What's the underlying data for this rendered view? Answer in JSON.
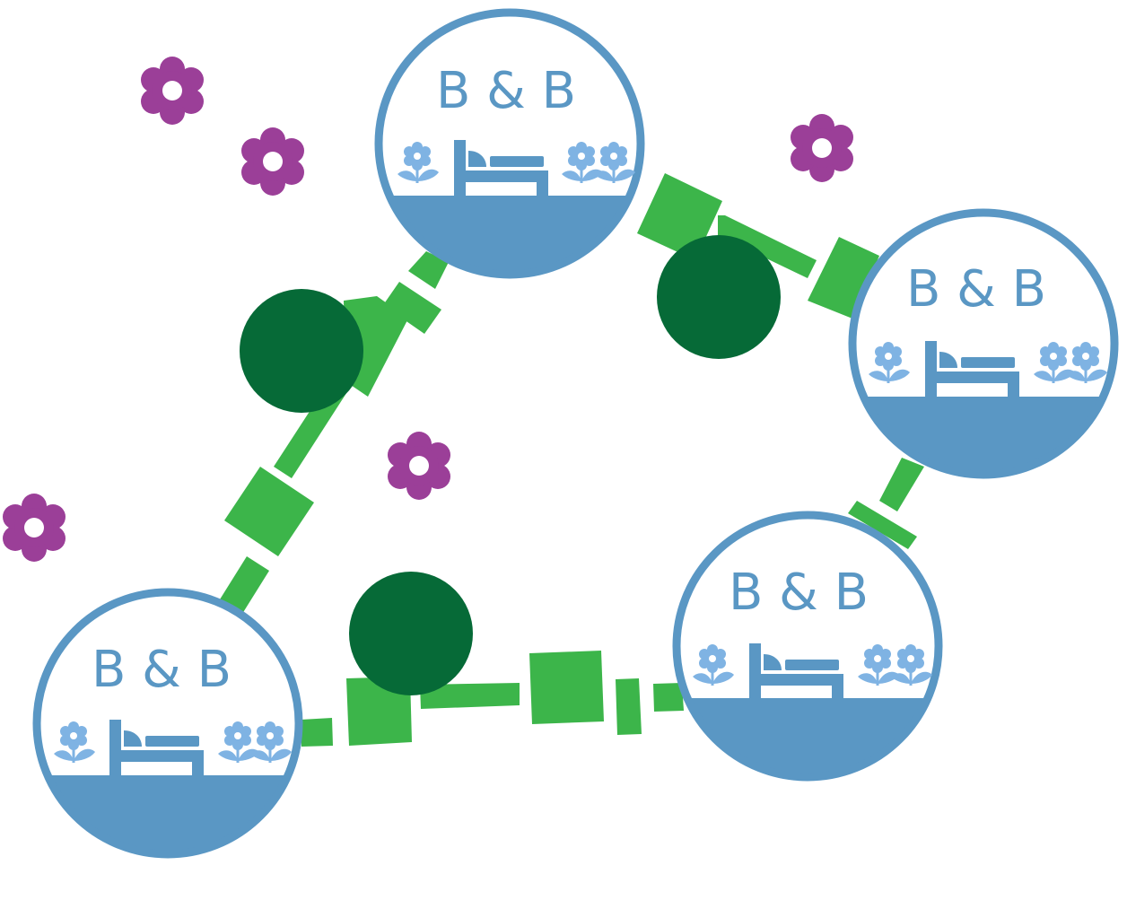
{
  "diagram": {
    "title": "",
    "colors": {
      "ring": "#5a97c4",
      "ground": "#5a97c4",
      "inner_flower": "#7fb3e3",
      "wild_flower": "#9b3f98",
      "path_block": "#3cb54a",
      "tree": "#066a37",
      "background": "#ffffff"
    },
    "nodes": [
      {
        "id": "bnb-top",
        "label": "B & B",
        "icons": [
          "flower-icon",
          "bed-icon",
          "flower-icon",
          "flower-icon"
        ]
      },
      {
        "id": "bnb-right",
        "label": "B & B",
        "icons": [
          "flower-icon",
          "bed-icon",
          "flower-icon",
          "flower-icon"
        ]
      },
      {
        "id": "bnb-bottom-right",
        "label": "B & B",
        "icons": [
          "flower-icon",
          "bed-icon",
          "flower-icon",
          "flower-icon"
        ]
      },
      {
        "id": "bnb-bottom-left",
        "label": "B & B",
        "icons": [
          "flower-icon",
          "bed-icon",
          "flower-icon",
          "flower-icon"
        ]
      }
    ],
    "connections": [
      {
        "from": "bnb-bottom-left",
        "to": "bnb-top",
        "style": "dashed-blocks"
      },
      {
        "from": "bnb-top",
        "to": "bnb-right",
        "style": "dashed-blocks"
      },
      {
        "from": "bnb-right",
        "to": "bnb-bottom-right",
        "style": "dashed-blocks"
      },
      {
        "from": "bnb-bottom-left",
        "to": "bnb-bottom-right",
        "style": "dashed-blocks"
      }
    ],
    "decorations": {
      "trees": 3,
      "wild_flowers": 5
    }
  }
}
